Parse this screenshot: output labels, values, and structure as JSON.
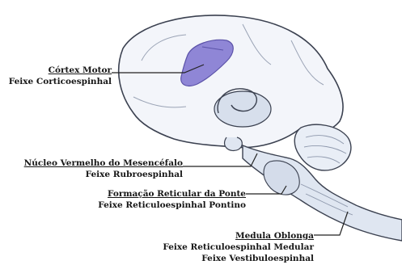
{
  "labels": {
    "cortex": {
      "title": "Córtex Motor",
      "tract": "Feixe Corticoespinhal"
    },
    "red_nucleus": {
      "title": "Núcleo Vermelho do Mesencéfalo",
      "tract": "Feixe Rubroespinhal"
    },
    "pontine_reticular": {
      "title": "Formação Reticular da Ponte",
      "tract": "Feixe Reticuloespinhal Pontino"
    },
    "medulla": {
      "title": "Medula Oblonga",
      "tracts": [
        "Feixe Reticuloespinhal Medular",
        "Feixe Vestibuloespinhal"
      ]
    }
  },
  "colors": {
    "outline": "#3b4150",
    "brain_fill": "#f3f5fa",
    "brainstem_fill": "#dfe6f1",
    "motor_cortex": "#8f86d6",
    "label_text": "#161616"
  }
}
